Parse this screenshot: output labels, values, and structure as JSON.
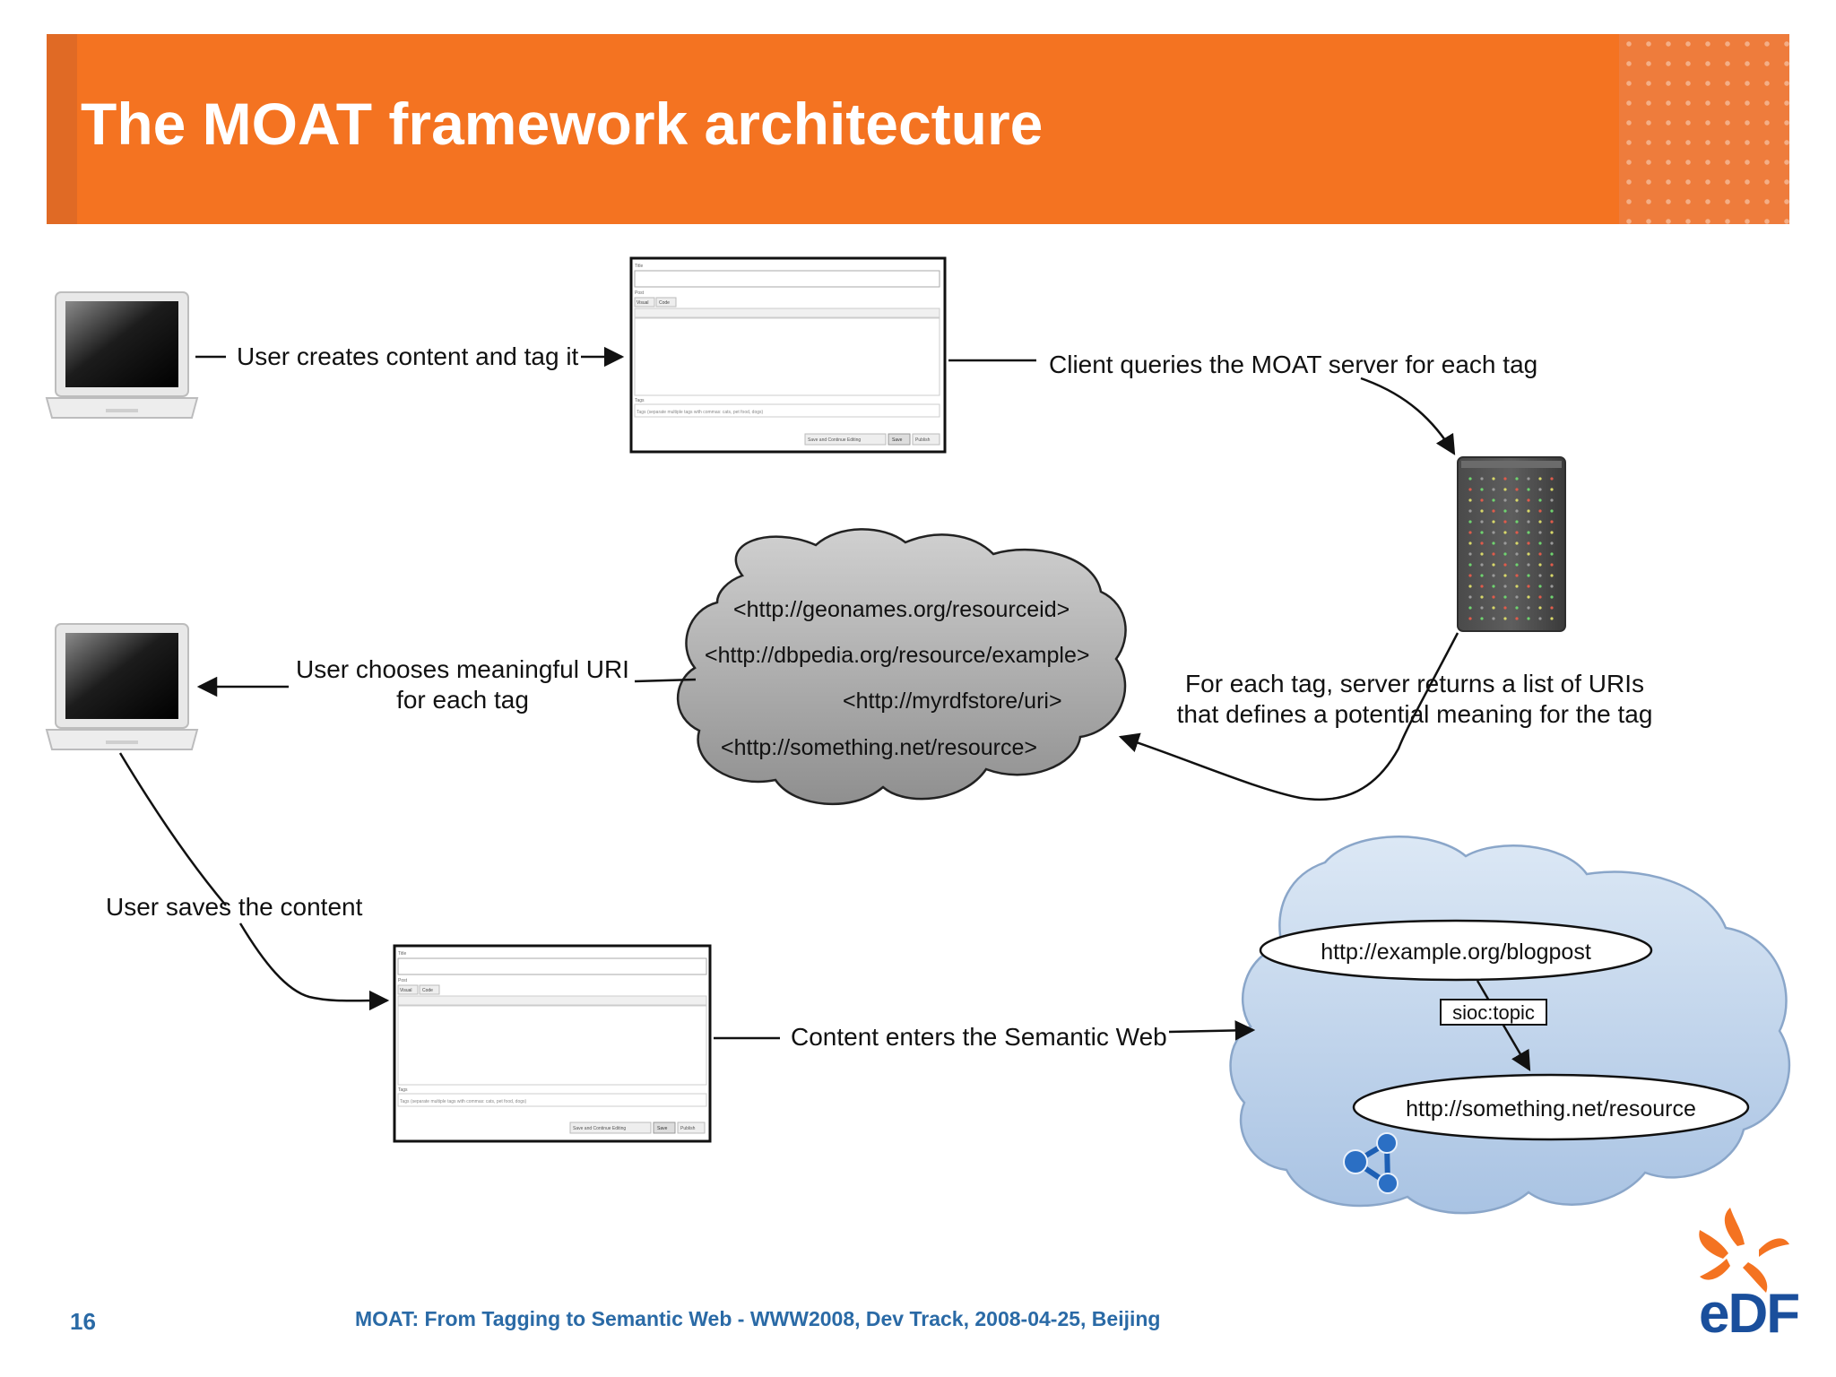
{
  "header": {
    "title": "The MOAT framework architecture"
  },
  "diagram": {
    "step_create": "User creates content and tag it",
    "step_query": "Client queries the MOAT server for each tag",
    "step_choose_line1": "User chooses meaningful URI",
    "step_choose_line2": "for each tag",
    "step_return_line1": "For each tag, server returns a list of URIs",
    "step_return_line2": "that defines a potential meaning for the tag",
    "step_save": "User saves the content",
    "step_enter": "Content enters the Semantic Web",
    "uri_cloud": [
      "<http://geonames.org/resourceid>",
      "<http://dbpedia.org/resource/example>",
      "<http://myrdfstore/uri>",
      "<http://something.net/resource>"
    ],
    "semweb": {
      "subject": "http://example.org/blogpost",
      "predicate": "sioc:topic",
      "object": "http://something.net/resource"
    },
    "editor": {
      "title_label": "Title",
      "post_label": "Post",
      "tab_visual": "Visual",
      "tab_code": "Code",
      "tags_label": "Tags",
      "tags_hint": "Tags (separate multiple tags with commas: cats, pet food, dogs)",
      "btn_save_continue": "Save and Continue Editing",
      "btn_save": "Save",
      "btn_publish": "Publish"
    }
  },
  "footer": {
    "page_number": "16",
    "text": "MOAT: From Tagging to Semantic Web - WWW2008, Dev Track, 2008-04-25, Beijing",
    "logo_text": "eDF"
  },
  "colors": {
    "accent": "#f47321",
    "footer_blue": "#2a6aa6",
    "cloud_gray": "#b5b5b5",
    "cloud_blue": "#c2d6ee"
  }
}
